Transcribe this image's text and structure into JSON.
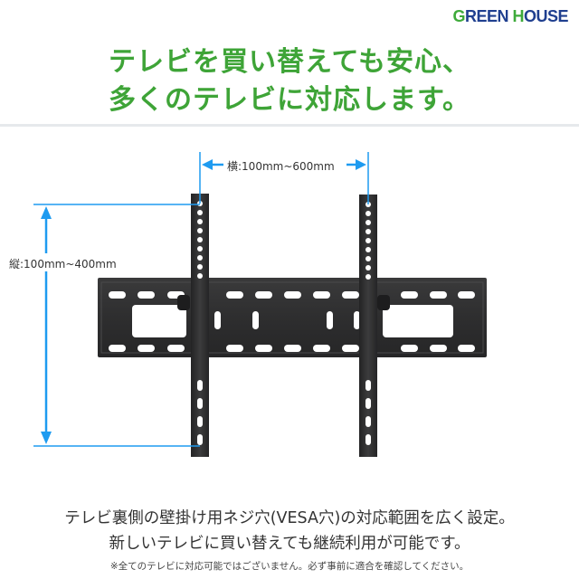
{
  "brand": {
    "logo_prefix": "G",
    "logo_text_1": "REEN ",
    "logo_h": "H",
    "logo_text_2": "OUSE",
    "colors": {
      "green": "#3eaa3a",
      "blue": "#1f3f8f"
    }
  },
  "headline": {
    "line1": "テレビを買い替えても安心、",
    "line2": "多くのテレビに対応します。",
    "color": "#3ea437"
  },
  "diagram": {
    "horizontal_label": "横:100mm~600mm",
    "vertical_label": "縦:100mm~400mm",
    "dimension_color": "#1e9bf0",
    "bracket_color": "#2f2f30"
  },
  "description": {
    "line1": "テレビ裏側の壁掛け用ネジ穴(VESA穴)の対応範囲を広く設定。",
    "line2": "新しいテレビに買い替えても継続利用が可能です。",
    "note": "※全てのテレビに対応可能ではございません。必ず事前に適合を確認してください。"
  }
}
